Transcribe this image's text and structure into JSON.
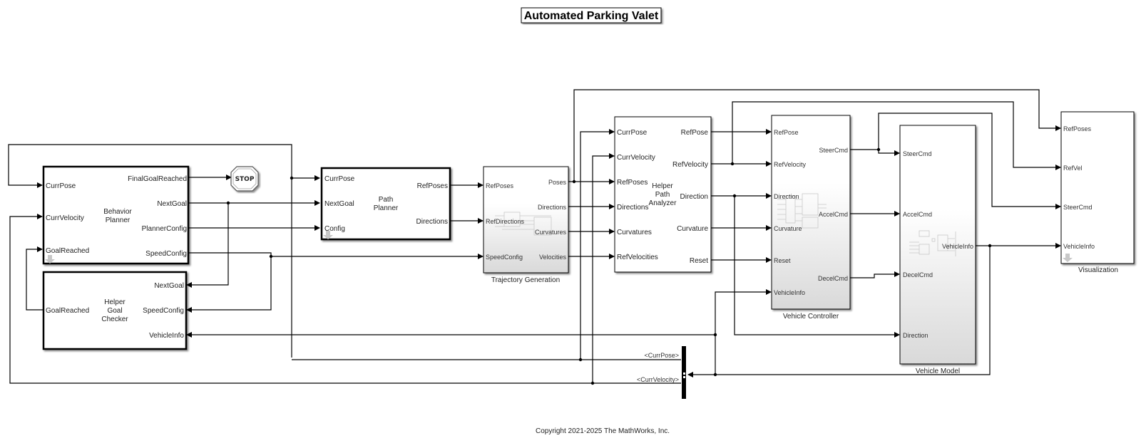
{
  "title": "Automated Parking Valet",
  "copyright": "Copyright 2021-2025 The MathWorks, Inc.",
  "blocks": {
    "behavior_planner": {
      "name_lines": [
        "Behavior",
        "Planner"
      ],
      "inputs": [
        "CurrPose",
        "CurrVelocity",
        "GoalReached"
      ],
      "outputs": [
        "FinalGoalReached",
        "NextGoal",
        "PlannerConfig",
        "SpeedConfig"
      ]
    },
    "goal_checker": {
      "name_lines": [
        "Helper",
        "Goal",
        "Checker"
      ],
      "inputs": [
        "NextGoal",
        "SpeedConfig",
        "VehicleInfo"
      ],
      "outputs": [
        "GoalReached"
      ]
    },
    "stop": {
      "label": "STOP"
    },
    "path_planner": {
      "name_lines": [
        "Path",
        "Planner"
      ],
      "inputs": [
        "CurrPose",
        "NextGoal",
        "Config"
      ],
      "outputs": [
        "RefPoses",
        "Directions"
      ]
    },
    "trajectory_generation": {
      "caption": "Trajectory Generation",
      "inputs": [
        "RefPoses",
        "RefDirections",
        "SpeedConfig"
      ],
      "outputs": [
        "Poses",
        "Directions",
        "Curvatures",
        "Velocities"
      ]
    },
    "path_analyzer": {
      "name_lines": [
        "Helper",
        "Path",
        "Analyzer"
      ],
      "inputs": [
        "CurrPose",
        "CurrVelocity",
        "RefPoses",
        "Directions",
        "Curvatures",
        "RefVelocities"
      ],
      "outputs": [
        "RefPose",
        "RefVelocity",
        "Direction",
        "Curvature",
        "Reset"
      ]
    },
    "vehicle_controller": {
      "caption": "Vehicle Controller",
      "inputs": [
        "RefPose",
        "RefVelocity",
        "Direction",
        "Curvature",
        "Reset",
        "VehicleInfo"
      ],
      "outputs": [
        "SteerCmd",
        "AccelCmd",
        "DecelCmd"
      ]
    },
    "vehicle_model": {
      "caption": "Vehicle Model",
      "inputs": [
        "SteerCmd",
        "AccelCmd",
        "DecelCmd",
        "Direction"
      ],
      "outputs": [
        "VehicleInfo"
      ]
    },
    "visualization": {
      "caption": "Visualization",
      "inputs": [
        "RefPoses",
        "RefVel",
        "SteerCmd",
        "VehicleInfo"
      ]
    },
    "bus_selector": {
      "outputs": [
        "<CurrPose>",
        "<CurrVelocity>"
      ]
    }
  }
}
